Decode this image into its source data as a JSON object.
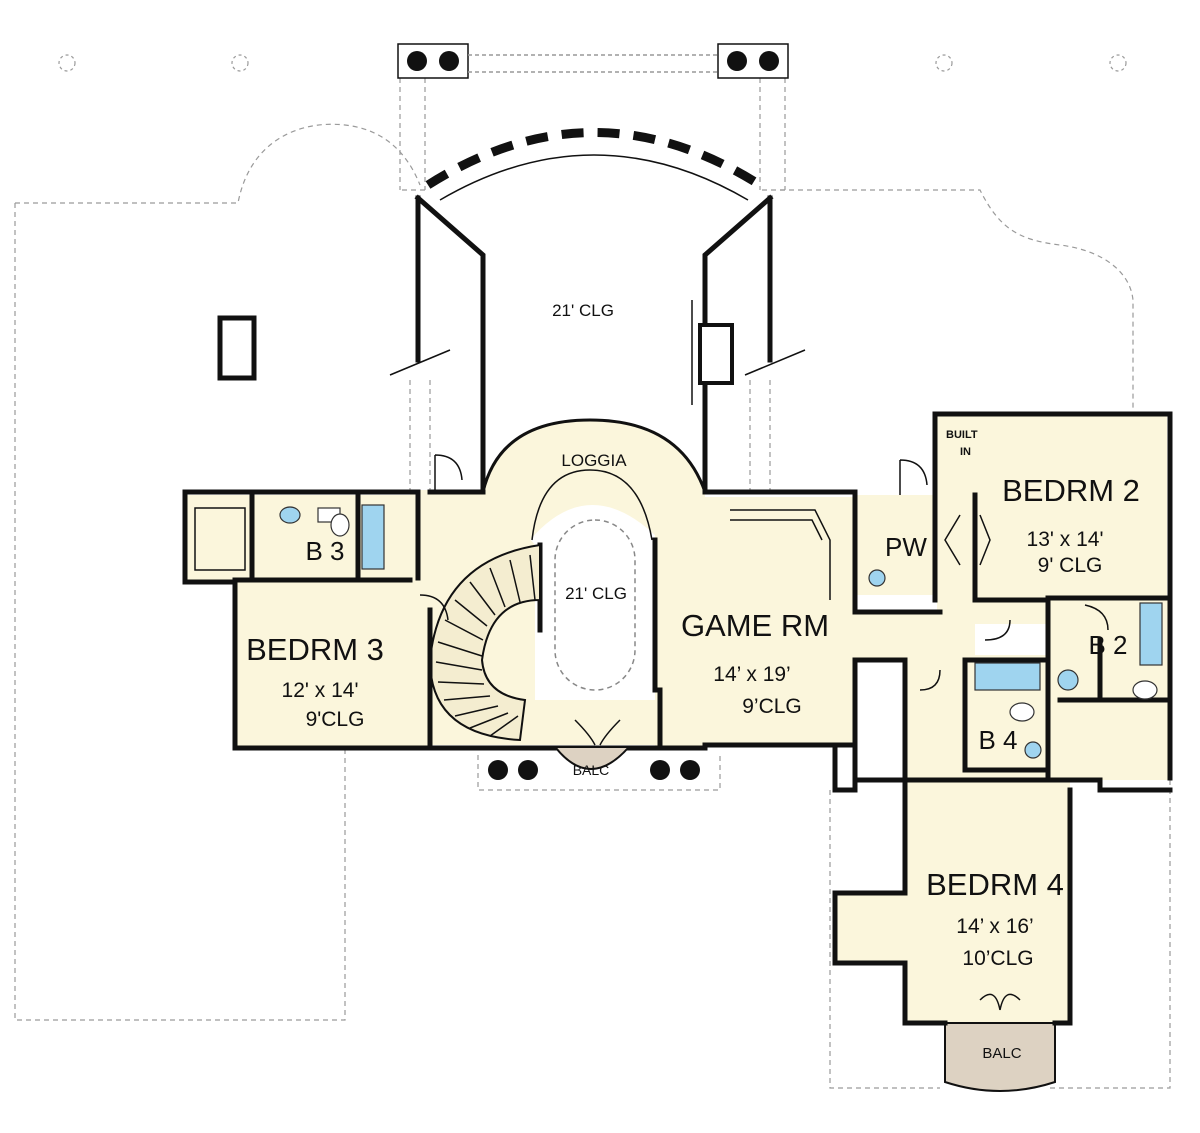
{
  "rooms": {
    "open_above": {
      "clg": "21' CLG"
    },
    "loggia": {
      "name": "LOGGIA"
    },
    "stair_hall": {
      "clg": "21' CLG"
    },
    "game_rm": {
      "name": "GAME RM",
      "size": "14’ x 19’",
      "clg": "9’CLG"
    },
    "bedrm2": {
      "name": "BEDRM 2",
      "size": "13' x 14'",
      "clg": "9' CLG",
      "built_in_1": "BUILT",
      "built_in_2": "IN"
    },
    "bedrm3": {
      "name": "BEDRM 3",
      "size": "12' x 14'",
      "clg": "9'CLG"
    },
    "bedrm4": {
      "name": "BEDRM 4",
      "size": "14’ x 16’",
      "clg": "10’CLG"
    },
    "pw": {
      "name": "PW"
    },
    "b2": {
      "name": "B 2"
    },
    "b3": {
      "name": "B 3"
    },
    "b4": {
      "name": "B 4"
    },
    "balc_center": {
      "name": "BALC"
    },
    "balc_bedrm4": {
      "name": "BALC"
    }
  },
  "colors": {
    "room_fill": "#fbf6dc",
    "fixture_fill": "#9fd4ef",
    "balcony_fill": "#ddd2c2",
    "wall": "#111111",
    "outline_dashed": "#9a9a9a"
  }
}
